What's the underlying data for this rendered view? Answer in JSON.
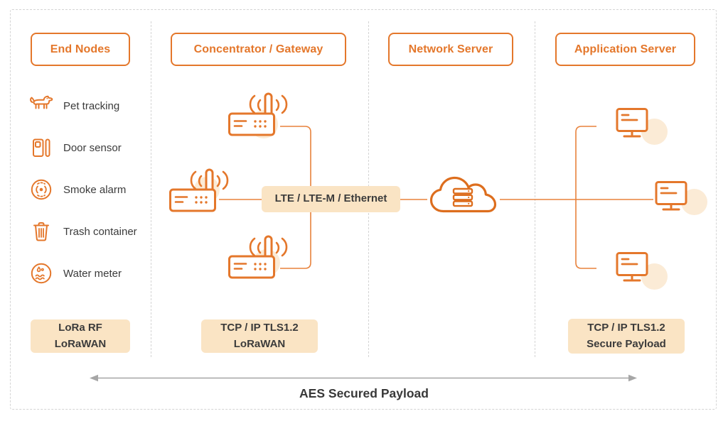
{
  "diagram": {
    "columns": [
      {
        "title": "End Nodes"
      },
      {
        "title": "Concentrator / Gateway"
      },
      {
        "title": "Network Server"
      },
      {
        "title": "Application Server"
      }
    ],
    "end_nodes": {
      "items": [
        {
          "icon": "dog-icon",
          "label": "Pet tracking"
        },
        {
          "icon": "door-sensor-icon",
          "label": "Door sensor"
        },
        {
          "icon": "smoke-alarm-icon",
          "label": "Smoke alarm"
        },
        {
          "icon": "trash-container-icon",
          "label": "Trash container"
        },
        {
          "icon": "water-meter-icon",
          "label": "Water meter"
        }
      ]
    },
    "icons": {
      "gateway": "router-antenna-icon",
      "network_server": "cloud-server-icon",
      "application_server": "monitor-icon"
    },
    "badges": {
      "end_nodes": {
        "line1": "LoRa RF",
        "line2": "LoRaWAN"
      },
      "gateway": {
        "line1": "TCP / IP TLS1.2",
        "line2": "LoRaWAN"
      },
      "application": {
        "line1": "TCP / IP TLS1.2",
        "line2": "Secure Payload"
      },
      "link": {
        "label": "LTE / LTE-M / Ethernet"
      }
    },
    "footer": {
      "label": "AES Secured Payload"
    },
    "colors": {
      "orange": "#E4772B",
      "peach_badge": "#FAE4C4",
      "peach_halo": "#FBEBD6",
      "text_dark": "#3B3B3B",
      "dash_gray": "#D4D4D4",
      "arrow_gray": "#A6A6A6"
    }
  }
}
